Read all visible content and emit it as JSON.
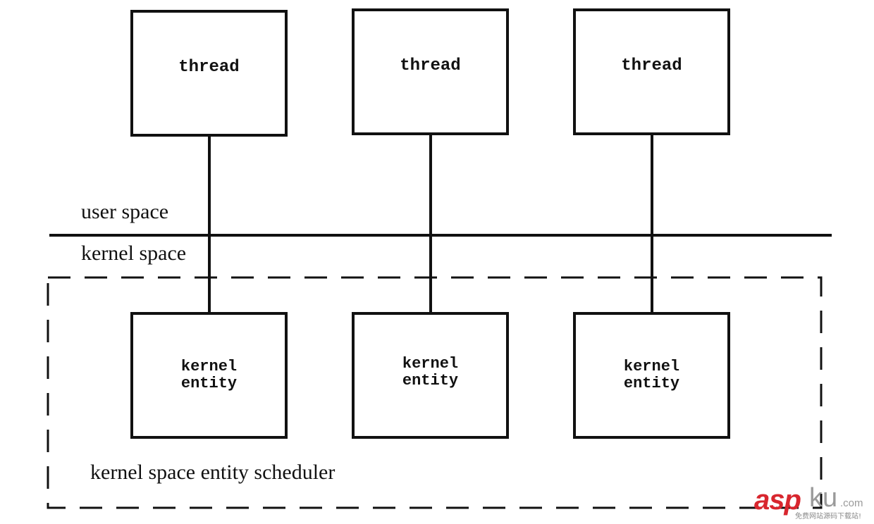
{
  "diagram": {
    "threads": [
      {
        "label": "thread"
      },
      {
        "label": "thread"
      },
      {
        "label": "thread"
      }
    ],
    "kernel_entities": [
      {
        "label": "kernel\nentity"
      },
      {
        "label": "kernel\nentity"
      },
      {
        "label": "kernel\nentity"
      }
    ],
    "labels": {
      "user_space": "user space",
      "kernel_space": "kernel space",
      "scheduler": "kernel space entity scheduler"
    },
    "colors": {
      "stroke": "#111111",
      "background": "#ffffff"
    }
  },
  "watermark": {
    "brand_red": "asp",
    "brand_gray": "ku",
    "domain": ".com",
    "tagline": "免费网站源码下载站!",
    "colors": {
      "red": "#d8262e",
      "gray": "#9a9a9a"
    }
  }
}
